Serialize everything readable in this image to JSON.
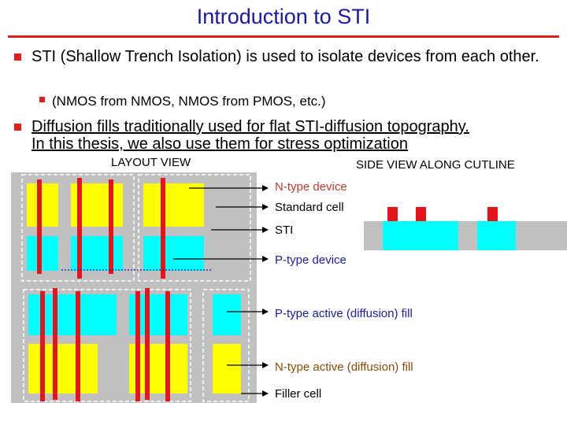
{
  "title": "Introduction to STI",
  "bullets": {
    "b1": "STI (Shallow Trench Isolation) is used to isolate devices from each other.",
    "b1_sub": "(NMOS from NMOS, NMOS from PMOS, etc.)",
    "b2_line1": "Diffusion fills traditionally used for flat STI-diffusion topography.",
    "b2_line2": "In this thesis, we also use them for stress optimization"
  },
  "captions": {
    "layout": "LAYOUT VIEW",
    "side": "SIDE VIEW ALONG CUTLINE"
  },
  "labels": {
    "ntype": "N-type device",
    "stdcell": "Standard cell",
    "sti": "STI",
    "ptype": "P-type device",
    "pfill": "P-type active (diffusion) fill",
    "nfill": "N-type active (diffusion) fill",
    "filler": "Filler cell"
  },
  "colors": {
    "title": "#1a1aa6",
    "bullet_marker": "#e0201b",
    "n_diffusion": "#ffff00",
    "p_diffusion": "#00ffff",
    "gate": "#e8141b",
    "substrate": "#c0c0c0",
    "label_ntype": "#c0392b",
    "label_ptype": "#1a1aa6",
    "label_fill": "#8a4b08"
  }
}
